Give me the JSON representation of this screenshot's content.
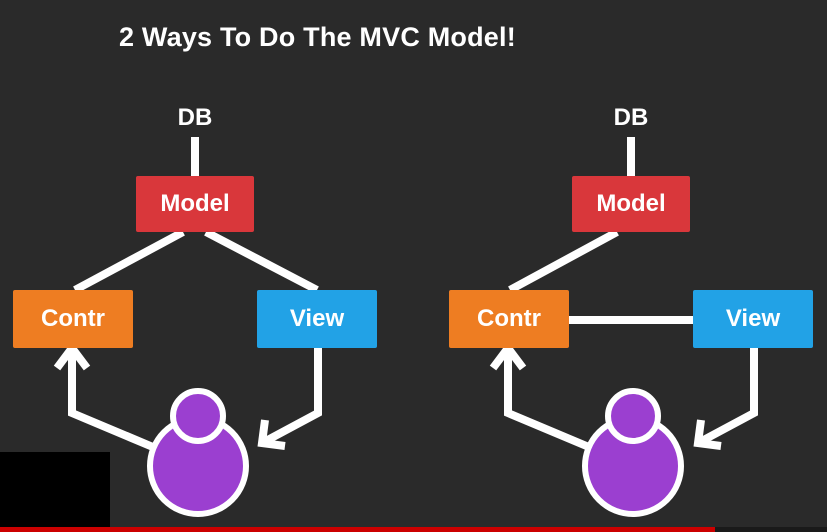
{
  "title": "2 Ways To Do The MVC Model!",
  "colors": {
    "background": "#2a2a2a",
    "model": "#d9373b",
    "controller": "#ee7d22",
    "view": "#22a2e6",
    "user": "#9b3fd0",
    "line": "#ffffff"
  },
  "diagrams": [
    {
      "db": "DB",
      "model": "Model",
      "controller": "Contr",
      "view": "View",
      "user_icon": "user-icon"
    },
    {
      "db": "DB",
      "model": "Model",
      "controller": "Contr",
      "view": "View",
      "user_icon": "user-icon"
    }
  ]
}
